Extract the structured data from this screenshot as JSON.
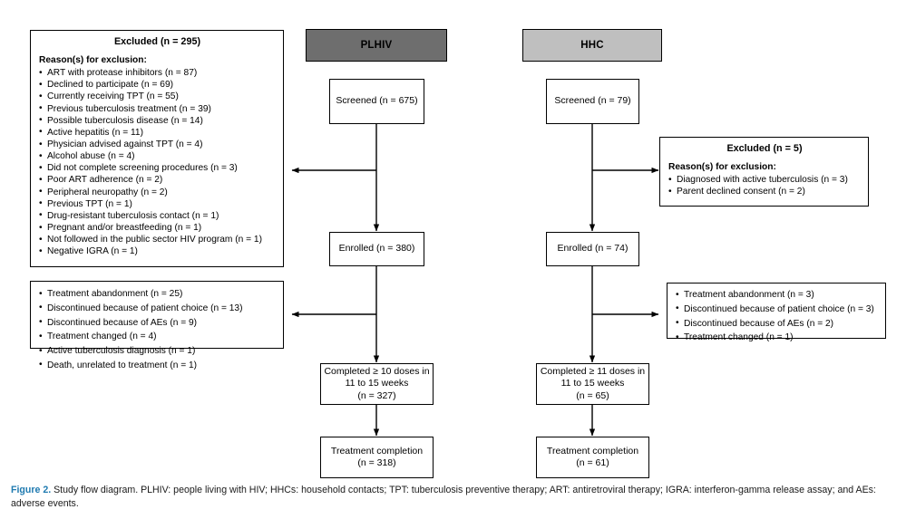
{
  "figure": {
    "caption_label": "Figure 2.",
    "caption_text": " Study flow diagram. PLHIV: people living with HIV; HHCs: household contacts; TPT: tuberculosis preventive therapy; ART: antiretroviral therapy; IGRA: interferon-gamma release assay; and AEs: adverse events.",
    "label_color": "#1f7ab0"
  },
  "columns": {
    "plhiv": {
      "header": "PLHIV",
      "header_color": "#6e6e6e",
      "screened": "Screened (n = 675)",
      "enrolled": "Enrolled (n = 380)",
      "completed_line1": "Completed ≥ 10 doses in",
      "completed_line2": "11 to 15 weeks",
      "completed_line3": "(n = 327)",
      "treatment_completion_line1": "Treatment completion",
      "treatment_completion_line2": "(n = 318)"
    },
    "hhc": {
      "header": "HHC",
      "header_color": "#bfbfbf",
      "screened": "Screened (n = 79)",
      "enrolled": "Enrolled (n = 74)",
      "completed_line1": "Completed ≥ 11 doses in",
      "completed_line2": "11 to 15 weeks",
      "completed_line3": "(n = 65)",
      "treatment_completion_line1": "Treatment completion",
      "treatment_completion_line2": "(n = 61)"
    }
  },
  "excluded_plhiv": {
    "title": "Excluded (n = 295)",
    "subtitle": "Reason(s) for exclusion:",
    "reasons": [
      "ART with protease inhibitors (n = 87)",
      "Declined to participate (n = 69)",
      "Currently receiving TPT (n = 55)",
      "Previous tuberculosis treatment (n = 39)",
      "Possible tuberculosis disease (n = 14)",
      "Active hepatitis (n = 11)",
      "Physician advised against TPT (n = 4)",
      "Alcohol abuse (n = 4)",
      "Did not complete screening procedures (n = 3)",
      "Poor ART adherence (n = 2)",
      "Peripheral neuropathy (n = 2)",
      "Previous TPT (n = 1)",
      "Drug-resistant tuberculosis contact (n = 1)",
      "Pregnant and/or breastfeeding (n = 1)",
      "Not followed in the public sector HIV program (n = 1)",
      "Negative IGRA (n = 1)"
    ]
  },
  "excluded_hhc": {
    "title": "Excluded (n = 5)",
    "subtitle": "Reason(s) for exclusion:",
    "reasons": [
      "Diagnosed with active tuberculosis (n = 3)",
      "Parent declined consent (n = 2)"
    ]
  },
  "discontinued_plhiv": {
    "reasons": [
      "Treatment abandonment (n = 25)",
      "Discontinued because of patient choice (n = 13)",
      "Discontinued because of AEs (n = 9)",
      "Treatment changed (n = 4)",
      "Active tuberculosis diagnosis (n = 1)",
      "Death, unrelated to treatment (n = 1)"
    ]
  },
  "discontinued_hhc": {
    "reasons": [
      "Treatment abandonment (n = 3)",
      "Discontinued because of patient choice (n = 3)",
      "Discontinued because of AEs (n = 2)",
      "Treatment changed (n = 1)"
    ]
  }
}
